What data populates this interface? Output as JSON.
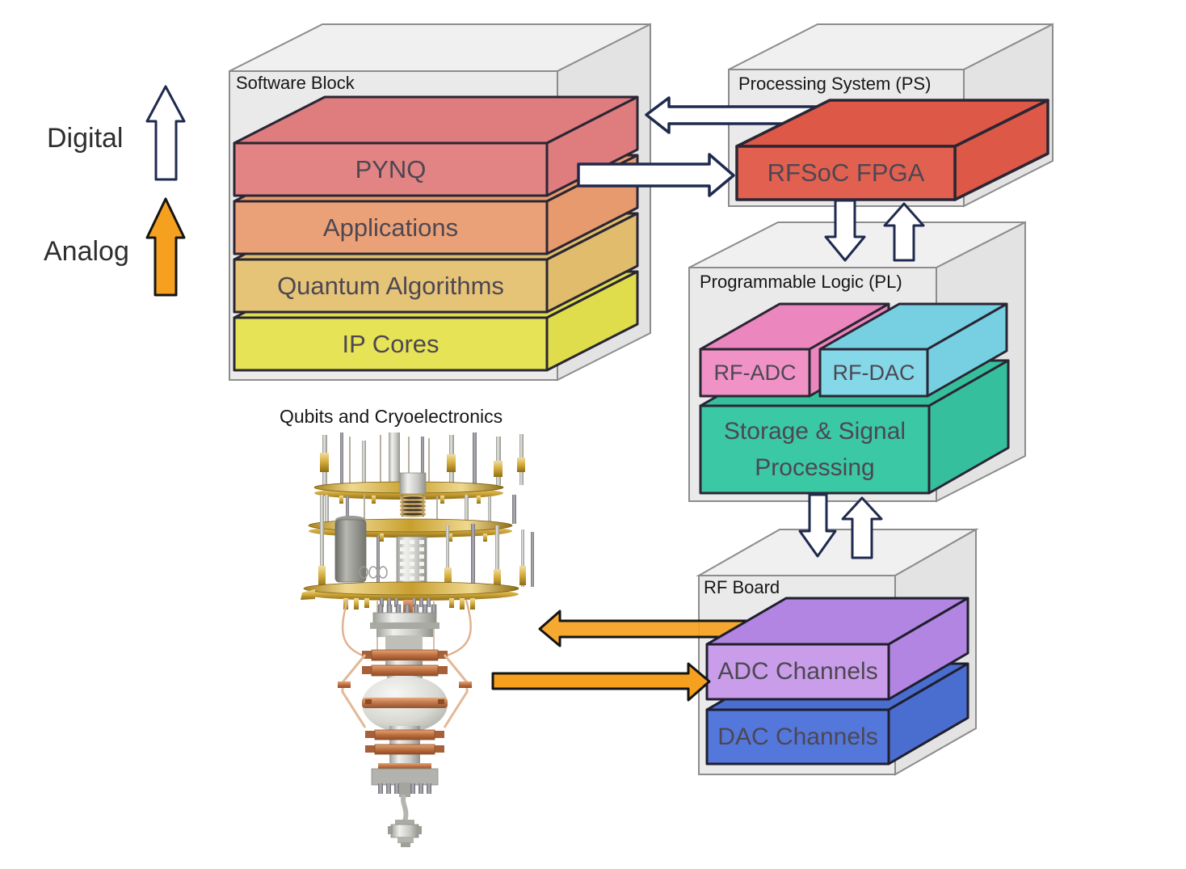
{
  "side_labels": {
    "digital": "Digital",
    "analog": "Analog"
  },
  "software_block": {
    "title": "Software Block",
    "layers": [
      "PYNQ",
      "Applications",
      "Quantum Algorithms",
      "IP Cores"
    ]
  },
  "processing_system": {
    "title": "Processing System (PS)",
    "chip": "RFSoC FPGA"
  },
  "programmable_logic": {
    "title": "Programmable Logic (PL)",
    "blocks": [
      "RF-ADC",
      "RF-DAC",
      "Storage & Signal Processing"
    ]
  },
  "rf_board": {
    "title": "RF Board",
    "blocks": [
      "ADC Channels",
      "DAC Channels"
    ]
  },
  "qubits_label": "Qubits and Cryoelectronics",
  "arrows": {
    "digital": {
      "direction": "up",
      "fill": "#FFFFFF"
    },
    "analog": {
      "direction": "up",
      "fill": "#F5A11F"
    },
    "ps_to_software": {
      "direction": "left",
      "fill": "#FFFFFF"
    },
    "pynq_to_rfsoc": {
      "direction": "right",
      "fill": "#FFFFFF"
    },
    "ps_pl": {
      "direction": "both",
      "fill": "#FFFFFF"
    },
    "pl_rf": {
      "direction": "both",
      "fill": "#FFFFFF"
    },
    "rf_to_qubits": {
      "direction": "left",
      "fill": "#F5A11F"
    },
    "qubits_to_adc": {
      "direction": "right",
      "fill": "#F5A11F"
    }
  },
  "colors": {
    "container_fill": "#EAEAEA",
    "container_border": "#8C8C8C",
    "pynq": "#E28384",
    "applications": "#EBA177",
    "quantum_algorithms": "#E5C478",
    "ip_cores": "#E6E356",
    "rfsoc_fpga": "#E2604F",
    "rf_adc": "#F092C6",
    "rf_dac": "#84D8E8",
    "storage_signal": "#3BC8A5",
    "adc_channels": "#C99DE9",
    "dac_channels": "#5377DB",
    "orange_arrow": "#F5A11F",
    "navy_outline": "#1F2A4E",
    "slab_outline": "#2A2633"
  }
}
